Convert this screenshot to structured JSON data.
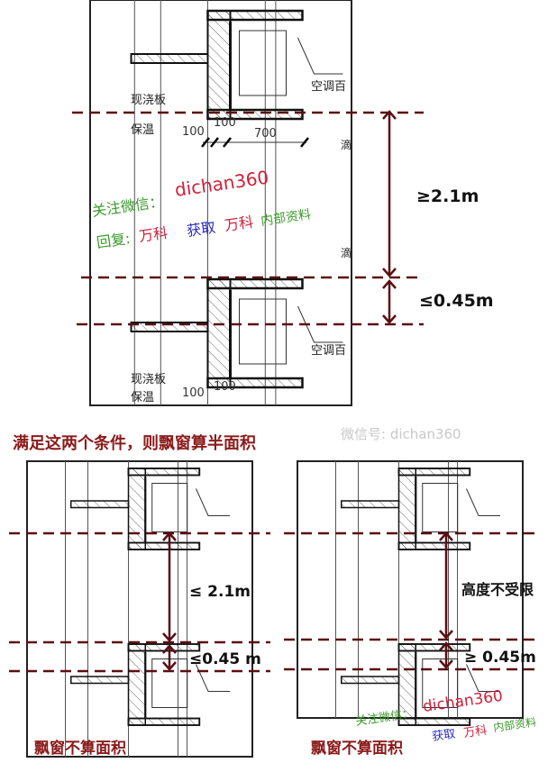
{
  "main": {
    "labels": {
      "slab": "现浇板",
      "insulation": "保温",
      "ac_louver": "空调百",
      "drip": "滴",
      "dim_100a": "100",
      "dim_100b": "100",
      "dim_700": "700"
    },
    "height_condition": "≥2.1m",
    "sill_condition": "≤0.45m"
  },
  "watermark": {
    "follow": "关注微信：",
    "account": "dichan360",
    "reply": "回复:",
    "w1": "万科",
    "comma": "，",
    "get": "获取",
    "w2": "万科",
    "internal": "内部资料",
    "wechat_id": "微信号: dichan360"
  },
  "conclusion": "满足这两个条件，则飘窗算半面积",
  "left_panel": {
    "height_condition": "≤ 2.1m",
    "sill_condition": "≤0.45 m",
    "caption": "飘窗不算面积"
  },
  "right_panel": {
    "height_condition": "高度不受限",
    "sill_condition": "≥ 0.45m",
    "caption": "飘窗不算面积"
  },
  "colors": {
    "dash": "#5a0f14",
    "caption": "#8b1a1a",
    "wm_green": "#3a9a2a",
    "wm_red": "#d0203a",
    "wm_blue": "#2a2ac0"
  }
}
